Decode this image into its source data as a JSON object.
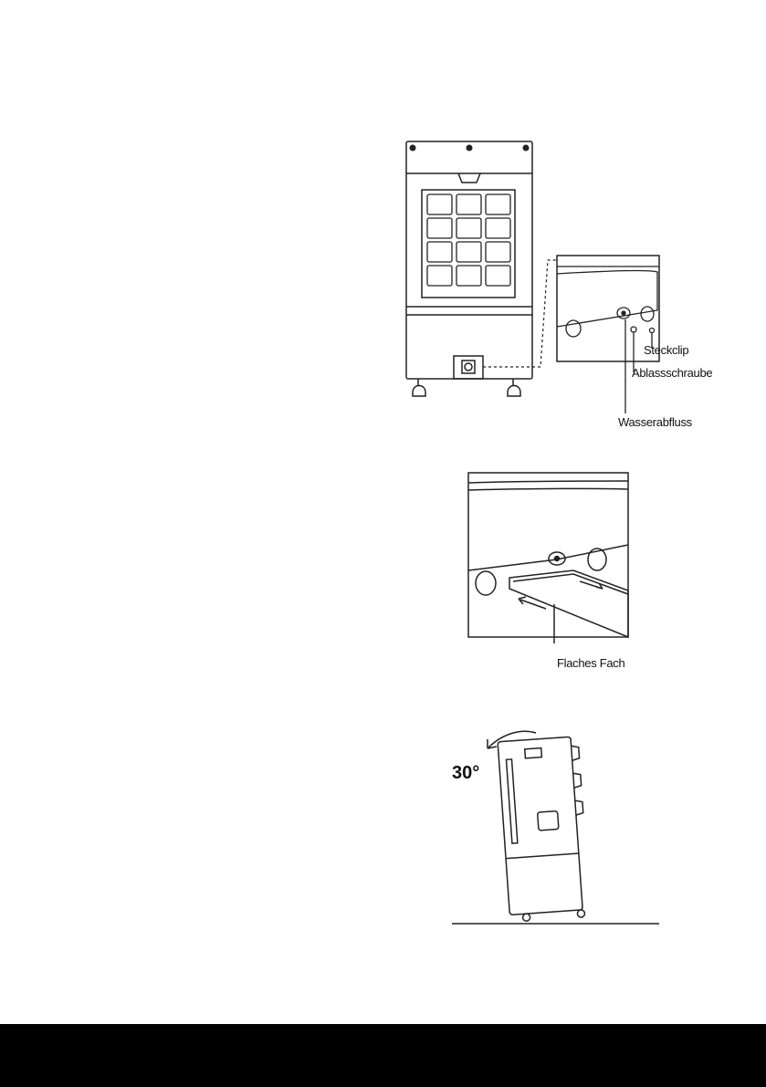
{
  "figure1": {
    "labels": {
      "clip": "Steckclip",
      "screw": "Ablassschraube",
      "drain": "Wasserabfluss"
    }
  },
  "figure2": {
    "labels": {
      "tray": "Flaches Fach"
    }
  },
  "figure3": {
    "angle_label": "30°"
  },
  "colors": {
    "line": "#222222",
    "background": "#ffffff",
    "footer": "#000000"
  }
}
